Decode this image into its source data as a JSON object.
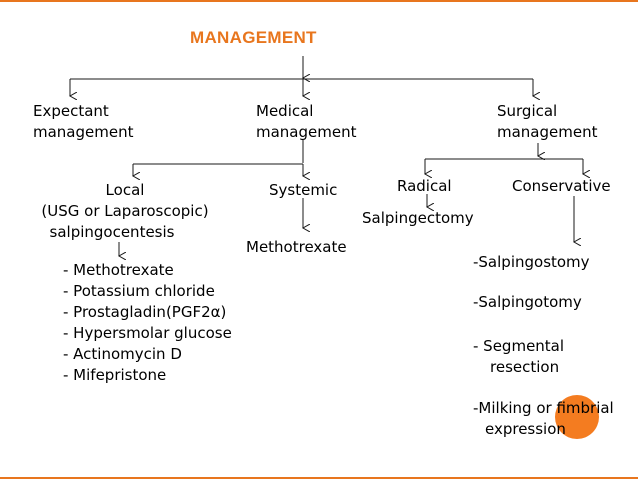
{
  "title": "MANAGEMENT",
  "branches": {
    "expectant": [
      "Expectant",
      "management"
    ],
    "medical": [
      "Medical",
      "management"
    ],
    "surgical": [
      "Surgical",
      "management"
    ]
  },
  "medical": {
    "local": [
      "Local",
      "(USG or Laparoscopic)",
      "salpingocentesis"
    ],
    "systemic": "Systemic",
    "systemic_drug": "Methotrexate",
    "local_drugs": [
      "- Methotrexate",
      "- Potassium chloride",
      "- Prostagladin(PGF2α)",
      "- Hypersmolar glucose",
      "- Actinomycin D",
      "- Mifepristone"
    ]
  },
  "surgical": {
    "radical": "Radical",
    "radical_procedure": "Salpingectomy",
    "conservative": "Conservative",
    "conservative_procedures": [
      [
        "-Salpingostomy"
      ],
      [
        "-Salpingotomy"
      ],
      [
        "- Segmental",
        "resection"
      ],
      [
        "-Milking or fimbrial",
        "expression"
      ]
    ]
  },
  "colors": {
    "accent": "#e8761e",
    "connector": "#1a1a1a",
    "dot": "#f47c20"
  }
}
